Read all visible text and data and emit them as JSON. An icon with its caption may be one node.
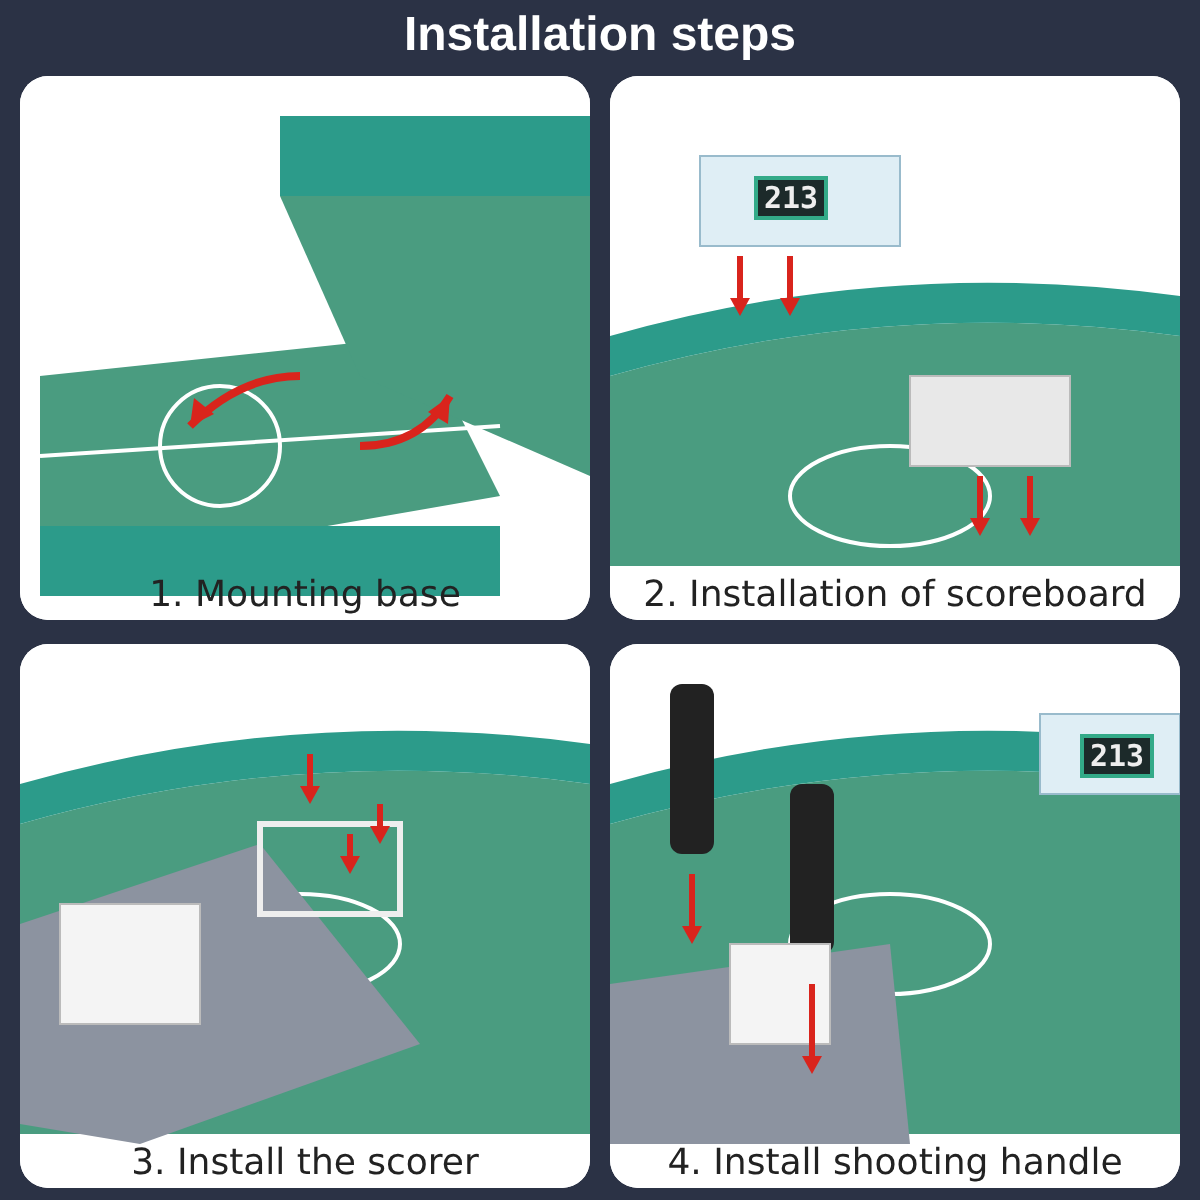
{
  "diagram": {
    "title": "Installation steps",
    "nodes": [
      {
        "text": [
          "1. Mounting base"
        ]
      },
      {
        "text": [
          "2. Installation of scoreboard"
        ]
      },
      {
        "text": [
          "3. Install the scorer"
        ]
      },
      {
        "text": [
          "4. Install shooting handle"
        ]
      }
    ],
    "edges": [],
    "labels": [
      "213",
      "213"
    ]
  }
}
